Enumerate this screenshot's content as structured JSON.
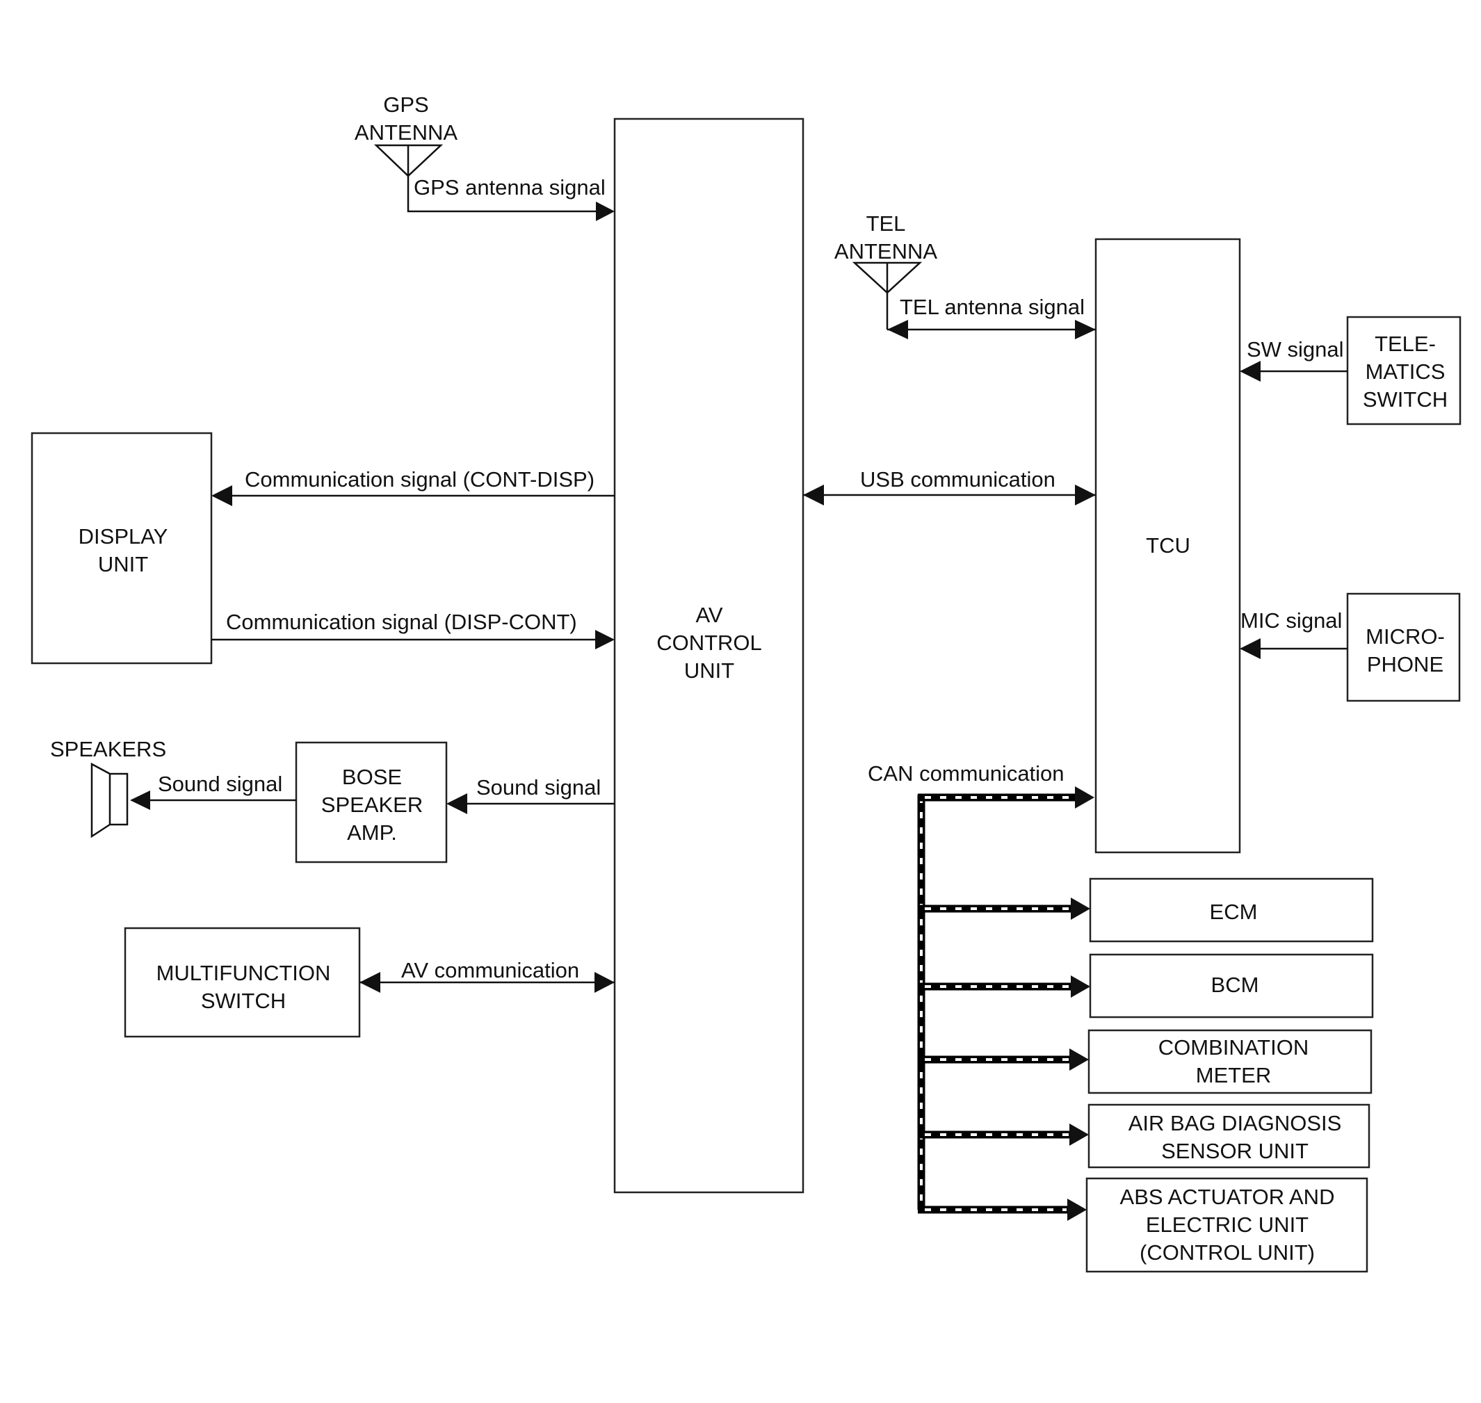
{
  "blocks": {
    "av_control_unit": [
      "AV",
      "CONTROL",
      "UNIT"
    ],
    "tcu": [
      "TCU"
    ],
    "display_unit": [
      "DISPLAY",
      "UNIT"
    ],
    "bose_speaker_amp": [
      "BOSE",
      "SPEAKER",
      "AMP."
    ],
    "multifunction_switch": [
      "MULTIFUNCTION",
      "SWITCH"
    ],
    "telematics_switch": [
      "TELE-",
      "MATICS",
      "SWITCH"
    ],
    "microphone": [
      "MICRO-",
      "PHONE"
    ],
    "ecm": [
      "ECM"
    ],
    "bcm": [
      "BCM"
    ],
    "combination_meter": [
      "COMBINATION",
      "METER"
    ],
    "air_bag_diagnosis_sensor_unit": [
      "AIR BAG DIAGNOSIS",
      "SENSOR UNIT"
    ],
    "abs_actuator_and_electric_unit": [
      "ABS ACTUATOR AND",
      "ELECTRIC UNIT",
      "(CONTROL UNIT)"
    ]
  },
  "components": {
    "gps_antenna": [
      "GPS",
      "ANTENNA"
    ],
    "tel_antenna": [
      "TEL",
      "ANTENNA"
    ],
    "speakers": "SPEAKERS"
  },
  "signals": {
    "gps_antenna_signal": "GPS antenna signal",
    "tel_antenna_signal": "TEL antenna signal",
    "sw_signal": "SW signal",
    "comm_cont_disp": "Communication signal (CONT-DISP)",
    "usb_communication": "USB communication",
    "comm_disp_cont": "Communication signal (DISP-CONT)",
    "mic_signal": "MIC signal",
    "sound_signal_amp_to_speakers": "Sound signal",
    "sound_signal_av_to_amp": "Sound signal",
    "can_communication": "CAN communication",
    "av_communication": "AV communication"
  }
}
